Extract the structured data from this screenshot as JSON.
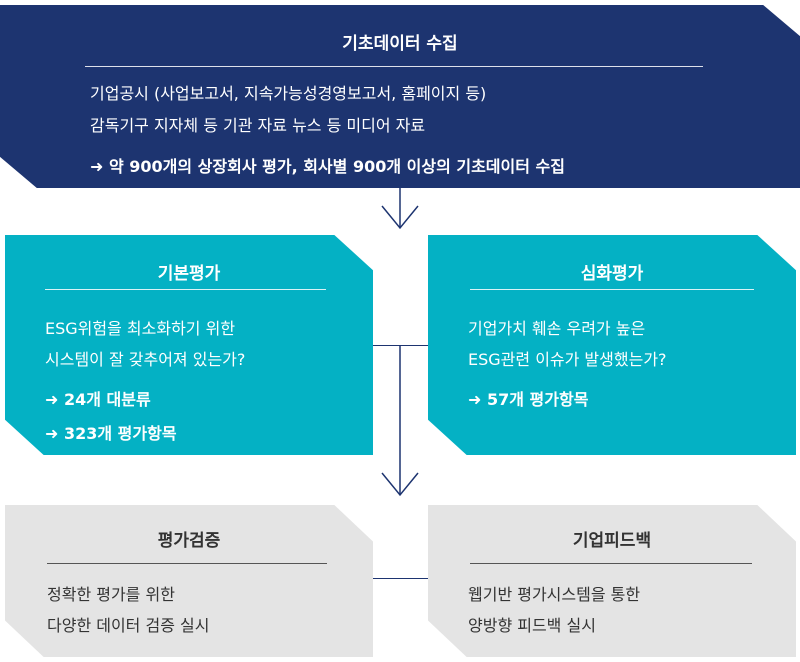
{
  "top": {
    "title": "기초데이터 수집",
    "lines": [
      "기업공시 (사업보고서, 지속가능성경영보고서, 홈페이지 등)",
      "감독기구 지자체 등 기관 자료 뉴스 등 미디어 자료"
    ],
    "result": "➜ 약 900개의 상장회사 평가, 회사별 900개 이상의 기초데이터 수집"
  },
  "basic": {
    "title": "기본평가",
    "lines": [
      "ESG위험을 최소화하기 위한",
      "시스템이 잘 갖추어져 있는가?"
    ],
    "results": [
      "➜ 24개 대분류",
      "➜ 323개 평가항목"
    ]
  },
  "deep": {
    "title": "심화평가",
    "lines": [
      "기업가치 훼손 우려가 높은",
      "ESG관련 이슈가 발생했는가?"
    ],
    "results": [
      "➜ 57개 평가항목"
    ]
  },
  "verify": {
    "title": "평가검증",
    "lines": [
      "정확한 평가를 위한",
      "다양한 데이터 검증 실시"
    ]
  },
  "feedback": {
    "title": "기업피드백",
    "lines": [
      "웹기반 평가시스템을 통한",
      "양방향 피드백 실시"
    ]
  },
  "colors": {
    "navy": "#1d3470",
    "teal": "#04b1c4",
    "grey": "#e4e4e4",
    "connector": "#1d3470"
  }
}
